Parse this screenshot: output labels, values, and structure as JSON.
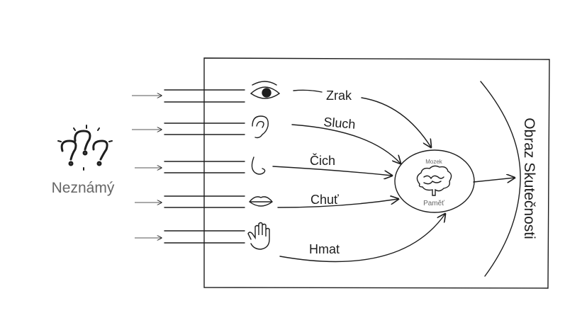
{
  "source": {
    "label": "Neznámý",
    "icon": "question-marks-icon"
  },
  "senses": [
    {
      "label": "Zrak",
      "icon": "eye-icon"
    },
    {
      "label": "Sluch",
      "icon": "ear-icon"
    },
    {
      "label": "Čich",
      "icon": "nose-icon"
    },
    {
      "label": "Chuť",
      "icon": "lips-icon"
    },
    {
      "label": "Hmat",
      "icon": "hand-icon"
    }
  ],
  "brain": {
    "title": "Mozek",
    "subtitle": "Paměť",
    "icon": "brain-icon"
  },
  "output": {
    "label": "Obraz Skutečnosti"
  },
  "colors": {
    "ink": "#1e1e1e",
    "muted": "#666666",
    "sluch": "#8a8a8a"
  }
}
